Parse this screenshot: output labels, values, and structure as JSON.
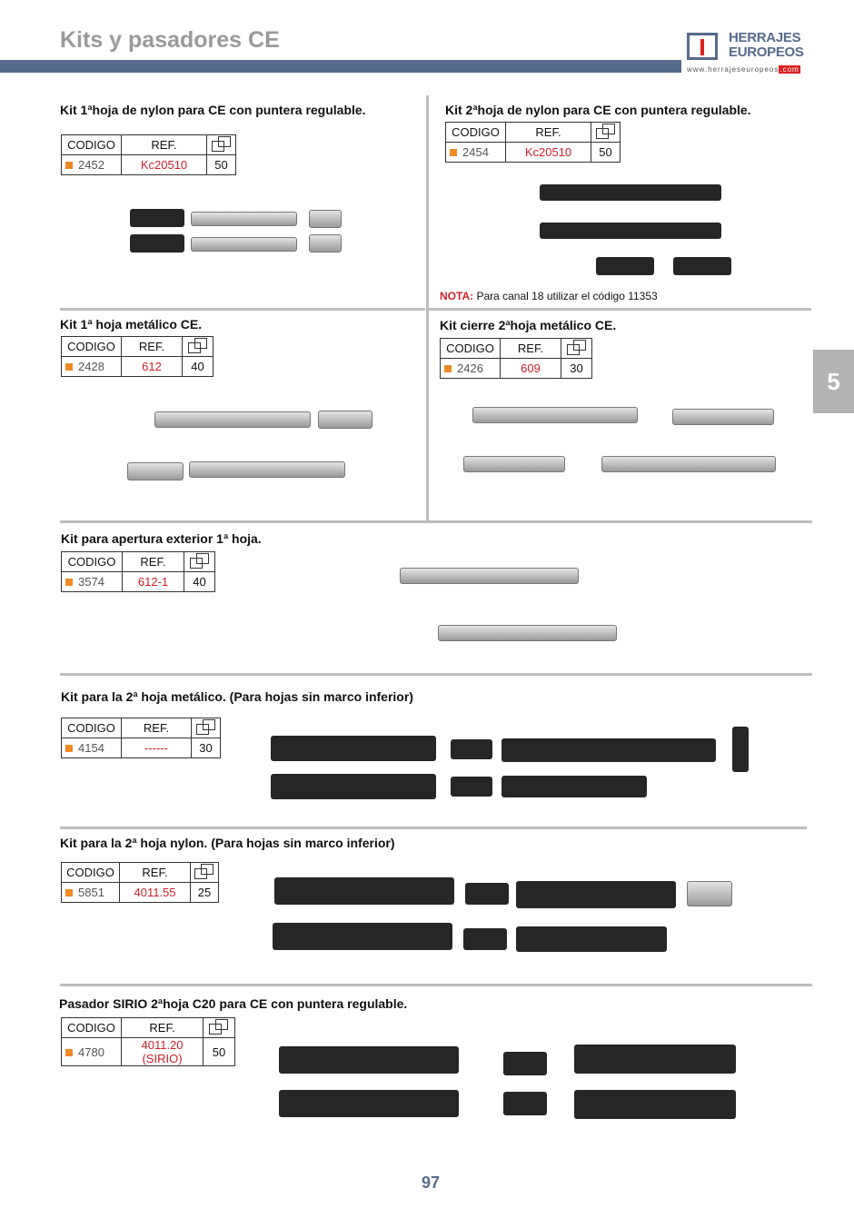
{
  "header": {
    "title": "Kits y pasadores CE",
    "logo_line1": "HERRAJES",
    "logo_line2": "EUROPEOS",
    "logo_url": "www.herrajeseuropeos",
    "logo_url_tld": ".com"
  },
  "table_headers": {
    "codigo": "CODIGO",
    "ref": "REF.",
    "box_icon": "box-quantity-icon"
  },
  "sections": [
    {
      "title": "Kit 1ªhoja de nylon para CE con puntera regulable.",
      "codigo": "2452",
      "ref": "Kc20510",
      "qty": "50"
    },
    {
      "title": "Kit 2ªhoja de nylon para CE con puntera regulable.",
      "codigo": "2454",
      "ref": "Kc20510",
      "qty": "50"
    },
    {
      "title": "Kit 1ª hoja metálico CE.",
      "codigo": "2428",
      "ref": "612",
      "qty": "40"
    },
    {
      "title": "Kit cierre 2ªhoja metálico CE.",
      "codigo": "2426",
      "ref": "609",
      "qty": "30"
    },
    {
      "title": "Kit para apertura exterior 1ª hoja.",
      "codigo": "3574",
      "ref": "612-1",
      "qty": "40"
    },
    {
      "title": "Kit para la 2ª hoja metálico. (Para hojas sin marco inferior)",
      "codigo": "4154",
      "ref": "------",
      "qty": "30"
    },
    {
      "title": "Kit para la 2ª hoja nylon. (Para hojas sin marco inferior)",
      "codigo": "5851",
      "ref": "4011.55",
      "qty": "25"
    },
    {
      "title": "Pasador SIRIO 2ªhoja C20 para CE con puntera regulable.",
      "codigo": "4780",
      "ref": "4011.20 (SIRIO)",
      "qty": "50"
    }
  ],
  "nota": {
    "label": "NOTA:",
    "text": " Para canal 18 utilizar el código 11353"
  },
  "side_tab": "5",
  "page_number": "97",
  "colors": {
    "band": "#566a8c",
    "ref_red": "#d0202a",
    "bullet": "#f08a24"
  }
}
